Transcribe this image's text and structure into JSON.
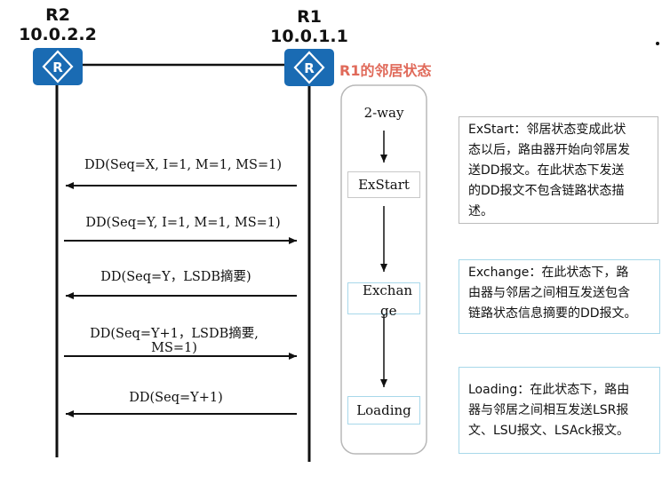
{
  "routers": {
    "r2": {
      "name": "R2",
      "ip": "10.0.2.2"
    },
    "r1": {
      "name": "R1",
      "ip": "10.0.1.1"
    }
  },
  "fsm_title": "R1的邻居状态",
  "states": [
    {
      "label": "2-way"
    },
    {
      "label": "ExStart"
    },
    {
      "label_line1": "Exchan",
      "label_line2": "ge"
    },
    {
      "label": "Loading"
    }
  ],
  "messages": [
    {
      "text": "DD(Seq=X, I=1, M=1, MS=1)",
      "direction": "to-r2"
    },
    {
      "text": "DD(Seq=Y, I=1, M=1, MS=1)",
      "direction": "to-r1"
    },
    {
      "text": "DD(Seq=Y，LSDB摘要)",
      "direction": "to-r2"
    },
    {
      "text_line1": "DD(Seq=Y+1，LSDB摘要,",
      "text_line2": "MS=1)",
      "direction": "to-r1"
    },
    {
      "text": "DD(Seq=Y+1)",
      "direction": "to-r2"
    }
  ],
  "notes": [
    {
      "lines": [
        "ExStart：邻居状态变成此状",
        "态以后，路由器开始向邻居发",
        "送DD报文。在此状态下发送",
        "的DD报文不包含链路状态描",
        "述。"
      ]
    },
    {
      "lines": [
        "Exchange：在此状态下，路",
        "由器与邻居之间相互发送包含",
        "链路状态信息摘要的DD报文。"
      ]
    },
    {
      "lines": [
        "Loading：在此状态下，路由",
        "器与邻居之间相互发送LSR报",
        "文、LSU报文、LSAck报文。"
      ]
    }
  ],
  "colors": {
    "router": "#1a6bb3",
    "title": "#e06a5a",
    "note_border_1": "#bbbbbb",
    "note_border_2": "#a8d8ea"
  },
  "icons": {
    "router": "router-icon"
  }
}
